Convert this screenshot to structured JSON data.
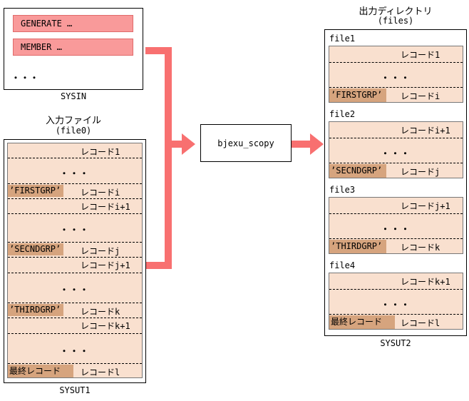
{
  "sysin": {
    "lines": [
      "GENERATE …",
      "MEMBER …"
    ],
    "more": "・・・",
    "label": "SYSIN"
  },
  "input": {
    "title": "入力ファイル",
    "subtitle": "(file0)",
    "label": "SYSUT1",
    "dots": "・・・",
    "rows": {
      "r1": "レコード1",
      "tag_first": "’FIRSTGRP’",
      "ri": "レコードi",
      "ri1": "レコードi+1",
      "tag_second": "’SECNDGRP’",
      "rj": "レコードj",
      "rj1": "レコードj+1",
      "tag_third": "’THIRDGRP’",
      "rk": "レコードk",
      "rk1": "レコードk+1",
      "tag_last": "最終レコード",
      "rl": "レコードl"
    }
  },
  "program": {
    "name": "bjexu_scopy"
  },
  "output": {
    "title": "出力ディレクトリ",
    "subtitle": "(files)",
    "label": "SYSUT2",
    "dots": "・・・",
    "files": [
      {
        "name": "file1",
        "top": "レコード1",
        "tag": "’FIRSTGRP’",
        "bottom": "レコードi"
      },
      {
        "name": "file2",
        "top": "レコードi+1",
        "tag": "’SECNDGRP’",
        "bottom": "レコードj"
      },
      {
        "name": "file3",
        "top": "レコードj+1",
        "tag": "’THIRDGRP’",
        "bottom": "レコードk"
      },
      {
        "name": "file4",
        "top": "レコードk+1",
        "tag": "最終レコード",
        "bottom": "レコードl"
      }
    ]
  },
  "colors": {
    "arrow": "#f87070",
    "record_bg": "#f9e0cf",
    "tag_bg": "#d6a47e",
    "sysin_line": "#f99a9a"
  }
}
